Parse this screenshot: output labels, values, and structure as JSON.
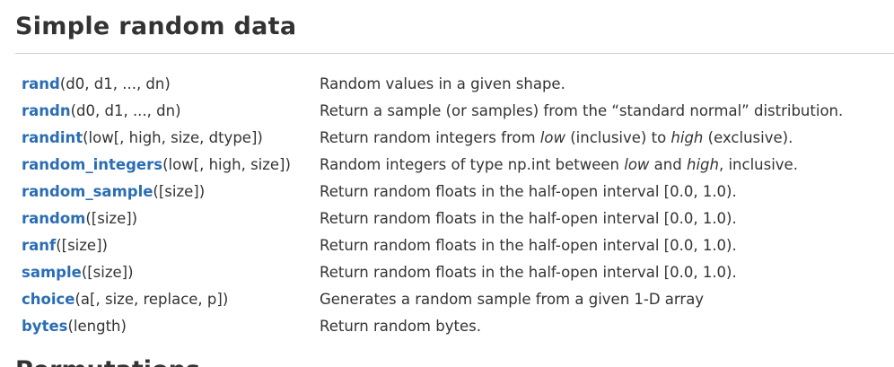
{
  "section": {
    "title": "Simple random data",
    "next_heading": "Permutations"
  },
  "functions": [
    {
      "name": "rand",
      "args": "(d0, d1, ..., dn)",
      "desc": [
        "Random values in a given shape."
      ]
    },
    {
      "name": "randn",
      "args": "(d0, d1, ..., dn)",
      "desc": [
        "Return a sample (or samples) from the “standard normal” distribution."
      ]
    },
    {
      "name": "randint",
      "args": "(low[, high, size, dtype])",
      "desc": [
        "Return random integers from ",
        "low",
        " (inclusive) to ",
        "high",
        " (exclusive)."
      ]
    },
    {
      "name": "random_integers",
      "args": "(low[, high, size])",
      "desc": [
        "Random integers of type np.int between ",
        "low",
        " and ",
        "high",
        ", inclusive."
      ]
    },
    {
      "name": "random_sample",
      "args": "([size])",
      "desc": [
        "Return random floats in the half-open interval [0.0, 1.0)."
      ]
    },
    {
      "name": "random",
      "args": "([size])",
      "desc": [
        "Return random floats in the half-open interval [0.0, 1.0)."
      ]
    },
    {
      "name": "ranf",
      "args": "([size])",
      "desc": [
        "Return random floats in the half-open interval [0.0, 1.0)."
      ]
    },
    {
      "name": "sample",
      "args": "([size])",
      "desc": [
        "Return random floats in the half-open interval [0.0, 1.0)."
      ]
    },
    {
      "name": "choice",
      "args": "(a[, size, replace, p])",
      "desc": [
        "Generates a random sample from a given 1-D array"
      ]
    },
    {
      "name": "bytes",
      "args": "(length)",
      "desc": [
        "Return random bytes."
      ]
    }
  ],
  "colors": {
    "link": "#2a6db5",
    "text": "#333333",
    "rule": "#cfcfcf"
  }
}
